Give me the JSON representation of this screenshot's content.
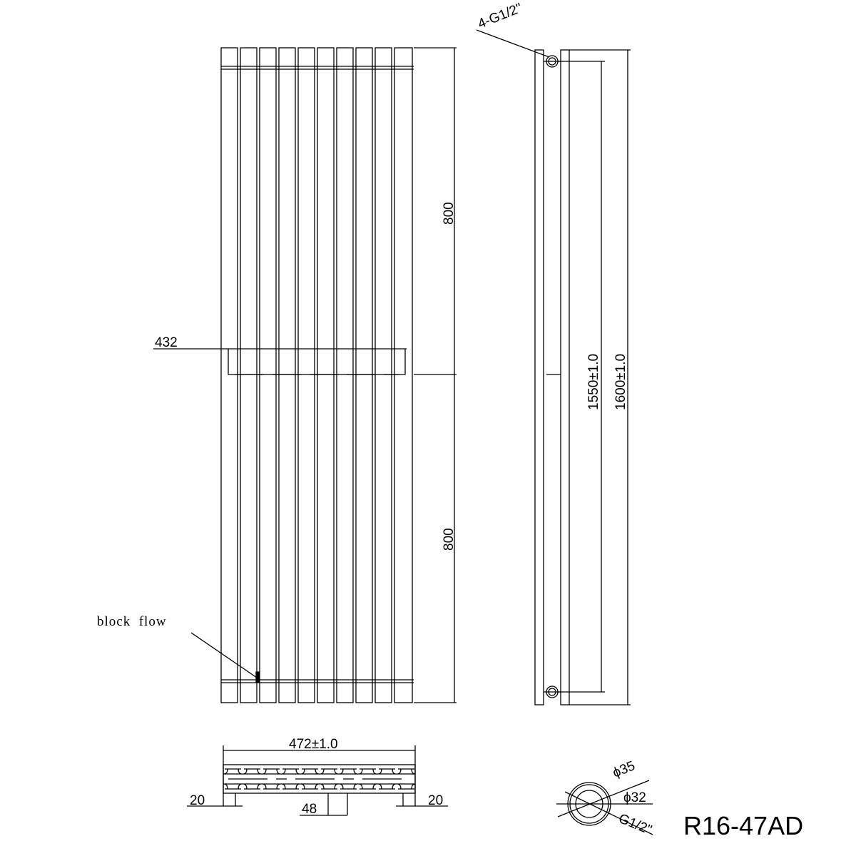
{
  "title": "R16-47AD",
  "front_view": {
    "height_upper": "800",
    "height_lower": "800",
    "bracket_width": "432",
    "note": "block  flow",
    "tube_count": 10
  },
  "side_view": {
    "connections": "4-G1/2\"",
    "centres": "1550±1.0",
    "height": "1600±1.0"
  },
  "top_view": {
    "width": "472±1.0",
    "left_offset": "20",
    "right_offset": "20",
    "pitch": "48"
  },
  "section": {
    "outer_diameter": "ϕ35",
    "inner_diameter": "ϕ32",
    "thread": "G1/2\""
  }
}
